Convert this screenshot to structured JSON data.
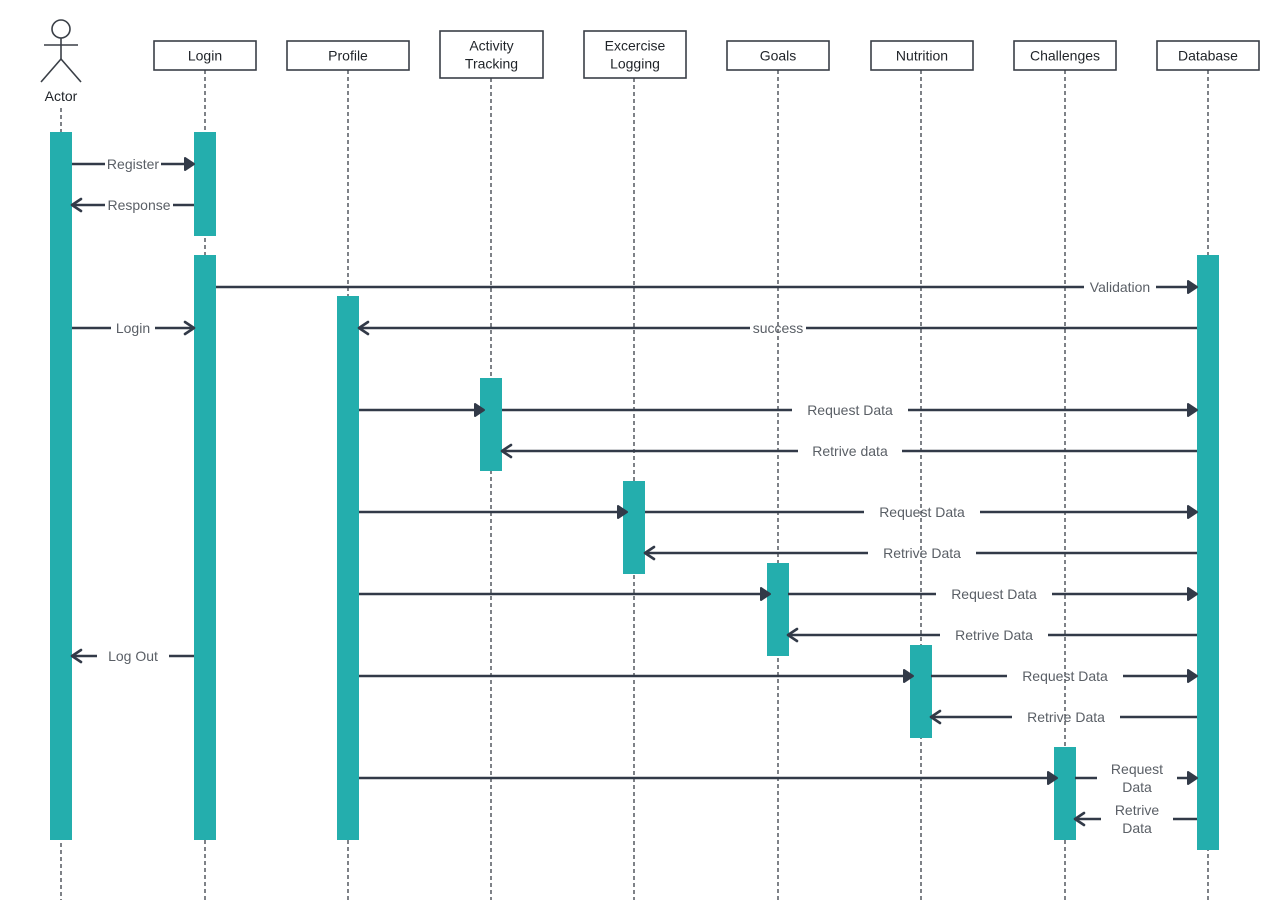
{
  "colors": {
    "activation": "#24AEAD",
    "line": "#323A48",
    "label": "#5A5F66",
    "box_border": "#3A3F47"
  },
  "actor": {
    "label": "Actor"
  },
  "participants": [
    {
      "id": "login",
      "lines": [
        "Login"
      ]
    },
    {
      "id": "profile",
      "lines": [
        "Profile"
      ]
    },
    {
      "id": "activity",
      "lines": [
        "Activity",
        "Tracking"
      ]
    },
    {
      "id": "exercise",
      "lines": [
        "Excercise",
        "Logging"
      ]
    },
    {
      "id": "goals",
      "lines": [
        "Goals"
      ]
    },
    {
      "id": "nutrition",
      "lines": [
        "Nutrition"
      ]
    },
    {
      "id": "challenges",
      "lines": [
        "Challenges"
      ]
    },
    {
      "id": "database",
      "lines": [
        "Database"
      ]
    }
  ],
  "messages": [
    {
      "from": "actor",
      "to": "login",
      "lines": [
        "Register"
      ],
      "style": "filled"
    },
    {
      "from": "login",
      "to": "actor",
      "lines": [
        "Response"
      ],
      "style": "open"
    },
    {
      "from": "login",
      "to": "database",
      "lines": [
        "Validation"
      ],
      "style": "filled"
    },
    {
      "from": "actor",
      "to": "login",
      "lines": [
        "Login"
      ],
      "style": "open"
    },
    {
      "from": "database",
      "to": "profile",
      "lines": [
        "success"
      ],
      "style": "open"
    },
    {
      "from": "profile",
      "to": "activity",
      "lines": [],
      "style": "filled"
    },
    {
      "from": "activity",
      "to": "database",
      "lines": [
        "Request Data"
      ],
      "style": "filled"
    },
    {
      "from": "database",
      "to": "profile",
      "lines": [
        "Retrive data"
      ],
      "style": "open"
    },
    {
      "from": "profile",
      "to": "exercise",
      "lines": [],
      "style": "filled"
    },
    {
      "from": "exercise",
      "to": "database",
      "lines": [
        "Request Data"
      ],
      "style": "filled"
    },
    {
      "from": "database",
      "to": "profile",
      "lines": [
        "Retrive Data"
      ],
      "style": "open"
    },
    {
      "from": "profile",
      "to": "goals",
      "lines": [],
      "style": "filled"
    },
    {
      "from": "goals",
      "to": "database",
      "lines": [
        "Request Data"
      ],
      "style": "filled"
    },
    {
      "from": "database",
      "to": "profile",
      "lines": [
        "Retrive Data"
      ],
      "style": "open"
    },
    {
      "from": "login",
      "to": "actor",
      "lines": [
        "Log Out"
      ],
      "style": "open"
    },
    {
      "from": "profile",
      "to": "nutrition",
      "lines": [],
      "style": "filled"
    },
    {
      "from": "nutrition",
      "to": "database",
      "lines": [
        "Request Data"
      ],
      "style": "filled"
    },
    {
      "from": "database",
      "to": "profile",
      "lines": [
        "Retrive Data"
      ],
      "style": "open"
    },
    {
      "from": "profile",
      "to": "challenges",
      "lines": [],
      "style": "filled"
    },
    {
      "from": "challenges",
      "to": "database",
      "lines": [
        "Request",
        "Data"
      ],
      "style": "filled"
    },
    {
      "from": "database",
      "to": "profile",
      "lines": [
        "Retrive",
        "Data"
      ],
      "style": "open"
    }
  ]
}
